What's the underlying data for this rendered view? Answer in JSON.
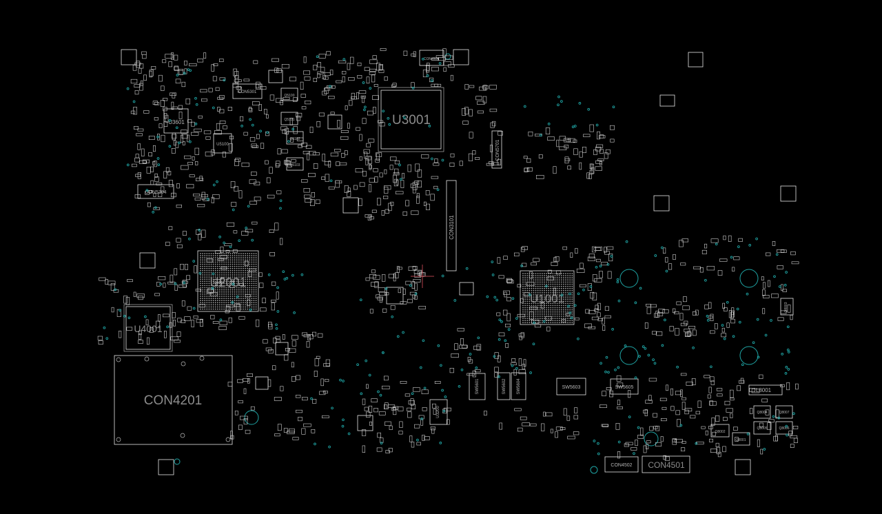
{
  "board": {
    "background": "#000000",
    "outline_color": "#e8e8e8",
    "via_color": "#1fa6a6",
    "labels_large": {
      "u3001": "U3001",
      "u2001": "U2001",
      "u1001": "U1001",
      "u4001": "U4001",
      "con4201": "CON4201",
      "con4501": "CON4501"
    },
    "labels_small": {
      "u3601": "U3601",
      "u5100": "U5100",
      "con5301": "CON5301",
      "con5304": "CON5304",
      "con4504": "CON4504",
      "con5701": "CON5701",
      "con3101": "CON3101",
      "con4502": "CON4502",
      "sw5601": "SW5601",
      "sw5602": "SW5602",
      "sw5603": "SW5603",
      "sw5604": "SW5604",
      "sw5605": "SW5605",
      "u3200": "U3200",
      "l8001": "L8001",
      "q8004": "Q8004",
      "q8007": "Q8007",
      "q8005": "Q8005",
      "q8006": "Q8006",
      "q8002": "Q8002",
      "q8001": "Q8001",
      "q8003": "Q8003",
      "q5100": "Q5100",
      "q5101": "Q5101",
      "q5102": "Q5102",
      "q5103": "Q5103"
    }
  }
}
